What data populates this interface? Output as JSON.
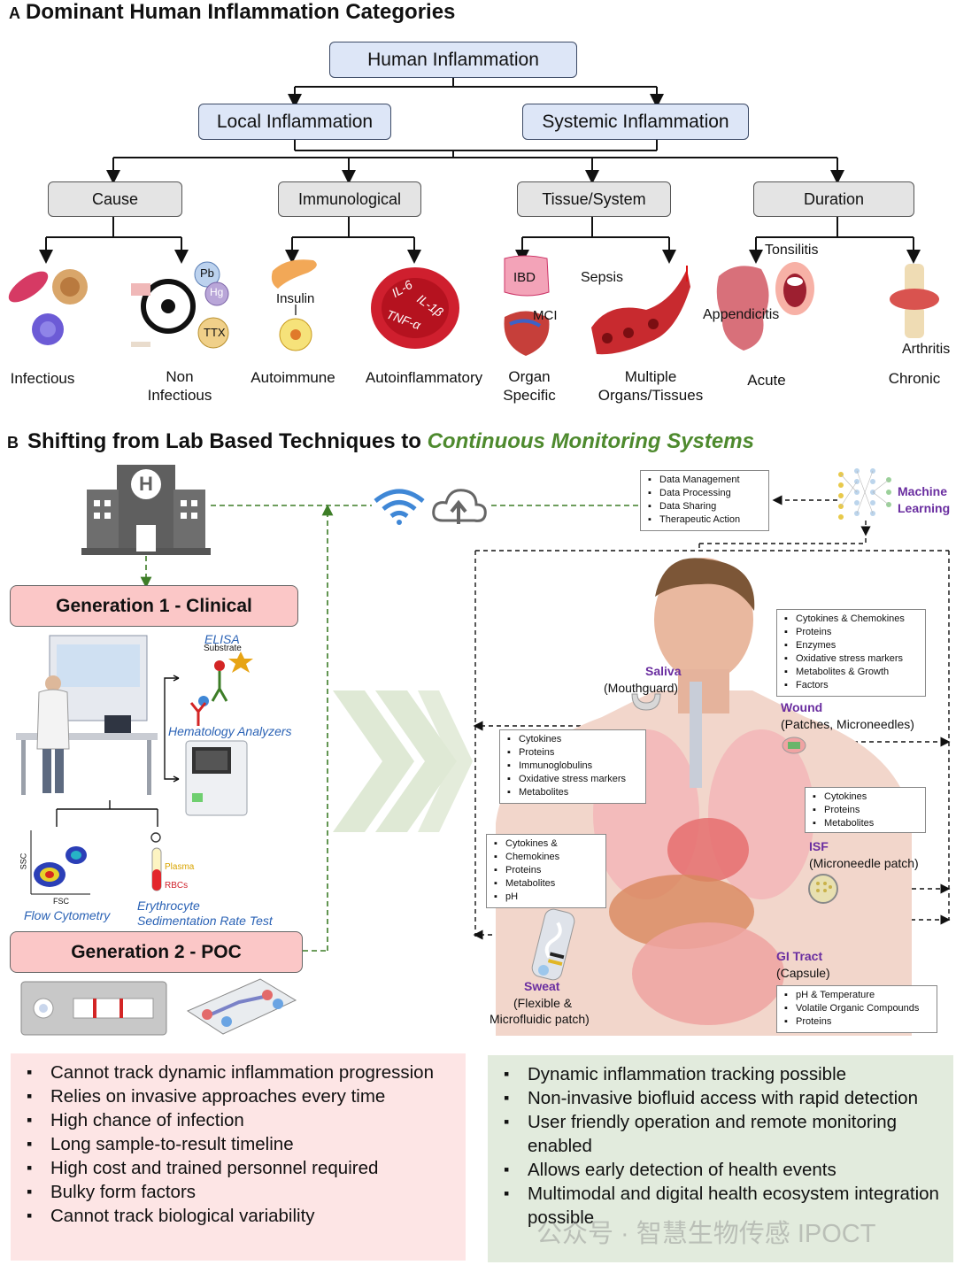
{
  "panel_a": {
    "letter": "A",
    "title": "Dominant Human Inflammation Categories",
    "root": "Human Inflammation",
    "level2": [
      "Local Inflammation",
      "Systemic Inflammation"
    ],
    "level3": [
      "Cause",
      "Immunological",
      "Tissue/System",
      "Duration"
    ],
    "leaves": {
      "infectious": "Infectious",
      "non_infectious": "Non\nInfectious",
      "autoimmune": "Autoimmune",
      "autoinflammatory": "Autoinflammatory",
      "organ_specific": "Organ\nSpecific",
      "multiple": "Multiple\nOrgans/Tissues",
      "acute": "Acute",
      "chronic": "Chronic"
    },
    "image_labels": {
      "pb": "Pb",
      "hg": "Hg",
      "ttx": "TTX",
      "insulin": "Insulin",
      "il6": "IL-6",
      "il1b": "IL-1β",
      "tnfa": "TNF-α",
      "ibd": "IBD",
      "mci": "MCI",
      "sepsis": "Sepsis",
      "tonsilitis": "Tonsilitis",
      "appendicitis": "Appendicitis",
      "arthritis": "Arthritis"
    }
  },
  "panel_b": {
    "letter": "B",
    "title_plain": "Shifting from Lab Based Techniques to ",
    "title_green": "Continuous Monitoring Systems",
    "data_box": [
      "Data Management",
      "Data Processing",
      "Data Sharing",
      "Therapeutic Action"
    ],
    "ml_label": [
      "Machine",
      "Learning"
    ],
    "gen1": "Generation 1 - Clinical",
    "gen2": "Generation 2 - POC",
    "elisa": "ELISA",
    "substrate": "Substrate",
    "hematology": "Hematology Analyzers",
    "flow": "Flow Cytometry",
    "ssc": "SSC",
    "fsc": "FSC",
    "plasma": "Plasma",
    "rbcs": "RBCs",
    "esr": [
      "Erythrocyte",
      "Sedimentation Rate Test"
    ],
    "saliva": {
      "name": "Saliva",
      "sub": "(Mouthguard)"
    },
    "saliva_list": [
      "Cytokines",
      "Proteins",
      "Immunoglobulins",
      "Oxidative stress markers",
      "Metabolites"
    ],
    "wound": {
      "name": "Wound",
      "sub": "(Patches, Microneedles)"
    },
    "wound_list": [
      "Cytokines & Chemokines",
      "Proteins",
      "Enzymes",
      "Oxidative stress markers",
      "Metabolites & Growth",
      "Factors"
    ],
    "isf": {
      "name": "ISF",
      "sub": "(Microneedle patch)"
    },
    "isf_list": [
      "Cytokines",
      "Proteins",
      "Metabolites"
    ],
    "sweat": {
      "name": "Sweat",
      "sub1": "(Flexible &",
      "sub2": "Microfluidic patch)"
    },
    "sweat_list": [
      "Cytokines &",
      "Chemokines",
      "Proteins",
      "Metabolites",
      "pH"
    ],
    "gi": {
      "name": "GI Tract",
      "sub": "(Capsule)"
    },
    "gi_list": [
      "pH & Temperature",
      "Volatile Organic Compounds",
      "Proteins"
    ],
    "left_bullets": [
      "Cannot track dynamic inflammation progression",
      "Relies on invasive approaches every time",
      "High chance of infection",
      "Long sample-to-result timeline",
      "High cost and trained personnel required",
      "Bulky form factors",
      "Cannot track biological variability"
    ],
    "right_bullets": [
      "Dynamic inflammation tracking possible",
      "Non-invasive biofluid access with rapid detection",
      "User friendly operation and remote monitoring enabled",
      "Allows early detection of health events",
      "Multimodal and digital health ecosystem integration possible"
    ]
  },
  "watermark": "公众号 · 智慧生物传感 IPOCT",
  "colors": {
    "blue_box": "#dde6f7",
    "gray_box": "#e4e4e4",
    "pink": "#fbc7c7",
    "pink_panel": "#fde5e5",
    "green_panel": "#e2ebdd",
    "green_title": "#4e8a2e",
    "purple": "#6a2ea0"
  }
}
